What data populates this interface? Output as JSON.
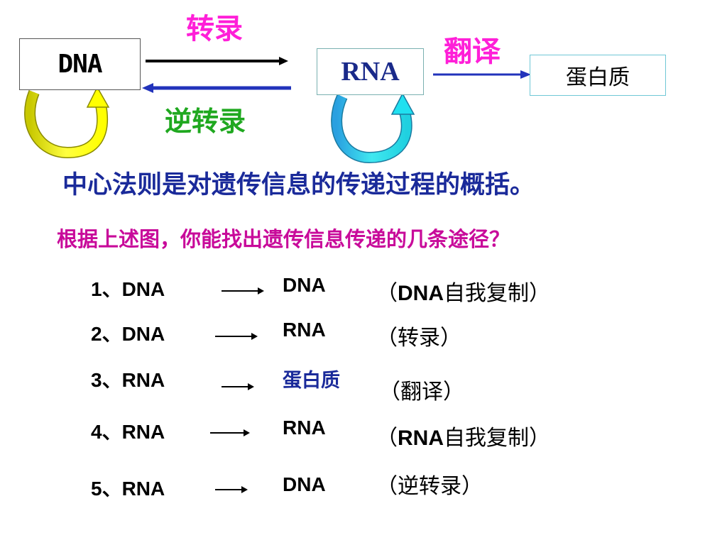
{
  "diagram": {
    "dna": "DNA",
    "rna": "RNA",
    "protein": "蛋白质",
    "transcription": "转录",
    "translation": "翻译",
    "reverse_transcription": "逆转录",
    "colors": {
      "transcription_arrow": "#000000",
      "reverse_arrow": "#2233bb",
      "translation_arrow": "#2233bb",
      "dna_loop": "#ffff00",
      "rna_loop": "#22e0f0",
      "process_label": "#ff1fd8",
      "reverse_label": "#1fa81f"
    }
  },
  "headline": "中心法则是对遗传信息的传递过程的概括。",
  "question": "根据上述图，你能找出遗传信息传递的几条途径？",
  "pathways": [
    {
      "source": "1、DNA",
      "target": "DNA",
      "note_prefix": "（",
      "note_bold": "DNA",
      "note_rest": "自我复制）"
    },
    {
      "source": "2、DNA",
      "target": "RNA",
      "note_prefix": "（",
      "note_bold": "",
      "note_rest": "转录）"
    },
    {
      "source": "3、RNA",
      "target": "蛋白质",
      "note_prefix": "（",
      "note_bold": "",
      "note_rest": "翻译）"
    },
    {
      "source": "4、RNA",
      "target": "RNA",
      "note_prefix": "（",
      "note_bold": "RNA",
      "note_rest": "自我复制）"
    },
    {
      "source": "5、RNA",
      "target": "DNA",
      "note_prefix": "（",
      "note_bold": "",
      "note_rest": "逆转录）"
    }
  ]
}
